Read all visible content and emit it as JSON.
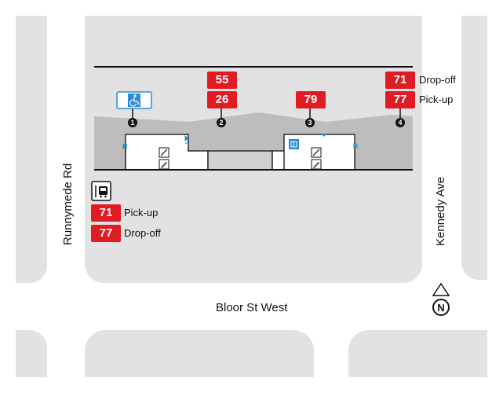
{
  "streets": {
    "west": "Runnymede Rd",
    "east": "Kennedy Ave",
    "south": "Bloor St West"
  },
  "entrances": [
    "1",
    "2",
    "3",
    "4"
  ],
  "north_bays": [
    {
      "routes": [
        "55",
        "26"
      ]
    },
    {
      "routes": [
        "79"
      ]
    },
    {
      "routes": [
        "71",
        "77"
      ],
      "labels": [
        "Drop-off",
        "Pick-up"
      ]
    }
  ],
  "south_stop": {
    "icon": "bus-stop-icon",
    "routes": [
      "71",
      "77"
    ],
    "labels": [
      "Pick-up",
      "Drop-off"
    ]
  },
  "compass": {
    "label": "N"
  },
  "icons": [
    "accessible-icon",
    "elevator-icon",
    "escalator-icon",
    "stairs-icon",
    "turnstile-icon"
  ],
  "colors": {
    "route": "#e11b22",
    "block": "#e2e2e2",
    "platform": "#bfbfbf",
    "accessible": "#2a8dd4"
  }
}
